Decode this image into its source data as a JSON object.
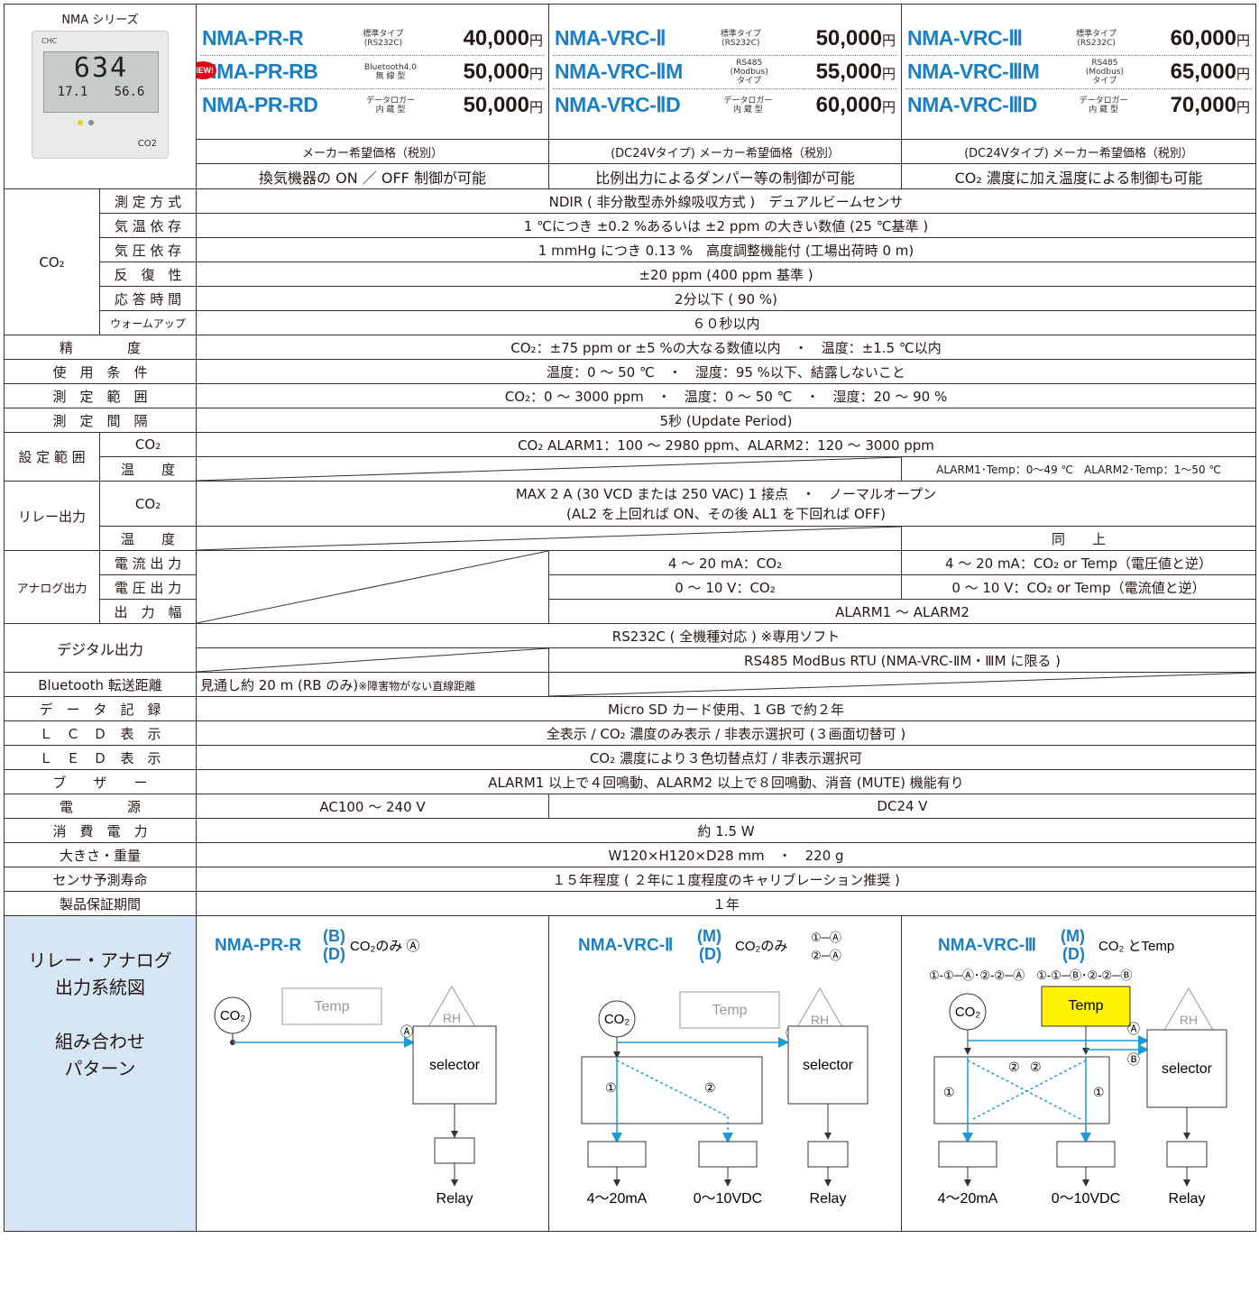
{
  "series_label": "NMA シリーズ",
  "device": {
    "reading": "634",
    "temp": "17.1",
    "hum": "56.6",
    "label": "CO2"
  },
  "new_badge": "NEW!",
  "yen": "円",
  "products": [
    [
      {
        "name": "NMA-PR-R",
        "sub1": "標準タイプ",
        "sub2": "(RS232C)",
        "price": "40,000"
      },
      {
        "name": "NMA-PR-RB",
        "sub1": "Bluetooth4.0",
        "sub2": "無 線 型",
        "price": "50,000",
        "new": true
      },
      {
        "name": "NMA-PR-RD",
        "sub1": "データロガー",
        "sub2": "内 蔵 型",
        "price": "50,000"
      }
    ],
    [
      {
        "name": "NMA-VRC-Ⅱ",
        "sub1": "標準タイプ",
        "sub2": "(RS232C)",
        "price": "50,000"
      },
      {
        "name": "NMA-VRC-ⅡM",
        "sub1": "RS485",
        "sub2": "(Modbus)",
        "sub3": "タイプ",
        "price": "55,000"
      },
      {
        "name": "NMA-VRC-ⅡD",
        "sub1": "データロガー",
        "sub2": "内 蔵 型",
        "price": "60,000"
      }
    ],
    [
      {
        "name": "NMA-VRC-Ⅲ",
        "sub1": "標準タイプ",
        "sub2": "(RS232C)",
        "price": "60,000"
      },
      {
        "name": "NMA-VRC-ⅢM",
        "sub1": "RS485",
        "sub2": "(Modbus)",
        "sub3": "タイプ",
        "price": "65,000"
      },
      {
        "name": "NMA-VRC-ⅢD",
        "sub1": "データロガー",
        "sub2": "内 蔵 型",
        "price": "70,000"
      }
    ]
  ],
  "price_notes": [
    "メーカー希望価格（税別）",
    "(DC24Vタイプ) メーカー希望価格（税別）",
    "(DC24Vタイプ) メーカー希望価格（税別）"
  ],
  "features": [
    "換気機器の ON ／ OFF 制御が可能",
    "比例出力によるダンパー等の制御が可能",
    "CO₂ 濃度に加え温度による制御も可能"
  ],
  "co2": {
    "label": "CO₂",
    "rows": [
      {
        "k": "測 定 方 式",
        "v": "NDIR ( 非分散型赤外線吸収方式 )　デュアルビームセンサ"
      },
      {
        "k": "気 温 依 存",
        "v": "1 ℃につき ±0.2 %あるいは ±2 ppm の大きい数値 (25 ℃基準 )"
      },
      {
        "k": "気 圧 依 存",
        "v": "1 mmHg につき 0.13 %　高度調整機能付 (工場出荷時 0 m)"
      },
      {
        "k": "反　復　性",
        "v": "±20 ppm (400 ppm 基準 )"
      },
      {
        "k": "応 答 時 間",
        "v": "2分以下 ( 90 %)"
      },
      {
        "k": "ウォームアップ",
        "v": "６０秒以内"
      }
    ]
  },
  "rows1": [
    {
      "k": "精　　　　度",
      "v": "CO₂：±75 ppm or ±5 %の大なる数値以内　・　温度：±1.5 ℃以内"
    },
    {
      "k": "使　用　条　件",
      "v": "温度：0 ～ 50 ℃　・　湿度：95 %以下、結露しないこと"
    },
    {
      "k": "測　定　範　囲",
      "v": "CO₂：0 ～ 3000 ppm　・　温度：0 ～ 50 ℃　・　湿度：20 ～ 90 %"
    },
    {
      "k": "測　定　間　隔",
      "v": "5秒 (Update Period)"
    }
  ],
  "setting": {
    "label": "設 定 範 囲",
    "co2_k": "CO₂",
    "co2_v": "CO₂ ALARM1：100 ～ 2980 ppm、ALARM2：120 ～ 3000 ppm",
    "temp_k": "温　　度",
    "temp_v": "ALARM1･Temp：0～49 ℃　ALARM2･Temp：1～50 ℃"
  },
  "relay": {
    "label": "リレー出力",
    "co2_k": "CO₂",
    "co2_v1": "MAX 2 A (30 VCD または 250 VAC) 1 接点　・　ノーマルオープン",
    "co2_v2": "(AL2 を上回れば ON、その後 AL1 を下回れば OFF)",
    "temp_k": "温　　度",
    "temp_v": "同　　上"
  },
  "analog": {
    "label": "アナログ出力",
    "cur_k": "電 流 出 力",
    "cur_v2": "4 ～ 20 mA：CO₂",
    "cur_v3": "4 ～ 20 mA：CO₂ or Temp（電圧値と逆）",
    "vol_k": "電 圧 出 力",
    "vol_v2": "0 ～ 10 V：CO₂",
    "vol_v3": "0 ～ 10 V：CO₂ or Temp（電流値と逆）",
    "wid_k": "出　力　幅",
    "wid_v": "ALARM1 ～ ALARM2"
  },
  "digital": {
    "label": "デジタル出力",
    "v1": "RS232C ( 全機種対応 ) ※専用ソフト",
    "v2": "RS485 ModBus RTU (NMA-VRC-ⅡM・ⅢM に限る )"
  },
  "bluetooth": {
    "k": "Bluetooth 転送距離",
    "v": "見通し約 20 m (RB のみ)",
    "note": "※障害物がない直線距離"
  },
  "rows2": [
    {
      "k": "デ　ー　タ　記　録",
      "v": "Micro SD カード使用、1 GB で約２年"
    },
    {
      "k": "Ｌ　Ｃ　Ｄ　表　示",
      "v": "全表示 / CO₂ 濃度のみ表示 / 非表示選択可 (３画面切替可 )"
    },
    {
      "k": "Ｌ　Ｅ　Ｄ　表　示",
      "v": "CO₂ 濃度により３色切替点灯 / 非表示選択可"
    },
    {
      "k": "ブ　　ザ　　ー",
      "v": "ALARM1 以上で４回鳴動、ALARM2 以上で８回鳴動、消音 (MUTE) 機能有り"
    }
  ],
  "power": {
    "k": "電　　　　源",
    "v1": "AC100 ～ 240 V",
    "v2": "DC24 V"
  },
  "rows3": [
    {
      "k": "消　費　電　力",
      "v": "約 1.5 W"
    },
    {
      "k": "大きさ・重量",
      "v": "W120×H120×D28 mm　・　220 g"
    },
    {
      "k": "センサ予測寿命",
      "v": "１５年程度 ( ２年に１度程度のキャリブレーション推奨 )"
    },
    {
      "k": "製品保証期間",
      "v": "１年"
    }
  ],
  "diagram": {
    "side": [
      "リレー・アナログ",
      "出力系統図",
      "",
      "組み合わせ",
      "パターン"
    ],
    "d1": {
      "title": "NMA-PR-R",
      "b": "(B)",
      "d": "(D)",
      "desc": "CO₂のみ Ⓐ"
    },
    "d2": {
      "title": "NMA-VRC-Ⅱ",
      "b": "(M)",
      "d": "(D)",
      "desc": "CO₂のみ",
      "p1": "①─Ⓐ",
      "p2": "②─Ⓐ"
    },
    "d3": {
      "title": "NMA-VRC-Ⅲ",
      "b": "(M)",
      "d": "(D)",
      "desc": "CO₂ とTemp",
      "combo": "①-①─Ⓐ･②-②─Ⓐ　①-①─Ⓑ･②-②─Ⓑ"
    },
    "labels": {
      "co2": "CO₂",
      "temp": "Temp",
      "rh": "RH",
      "selector": "selector",
      "relay": "Relay",
      "ma": "4～20mA",
      "vdc": "0～10VDC",
      "a": "Ⓐ",
      "b": "Ⓑ",
      "c1": "①",
      "c2": "②"
    }
  },
  "colors": {
    "blue": "#1b7fc4",
    "line": "#29a0d8",
    "yellow": "#fff200",
    "side": "#d7e6f5"
  }
}
